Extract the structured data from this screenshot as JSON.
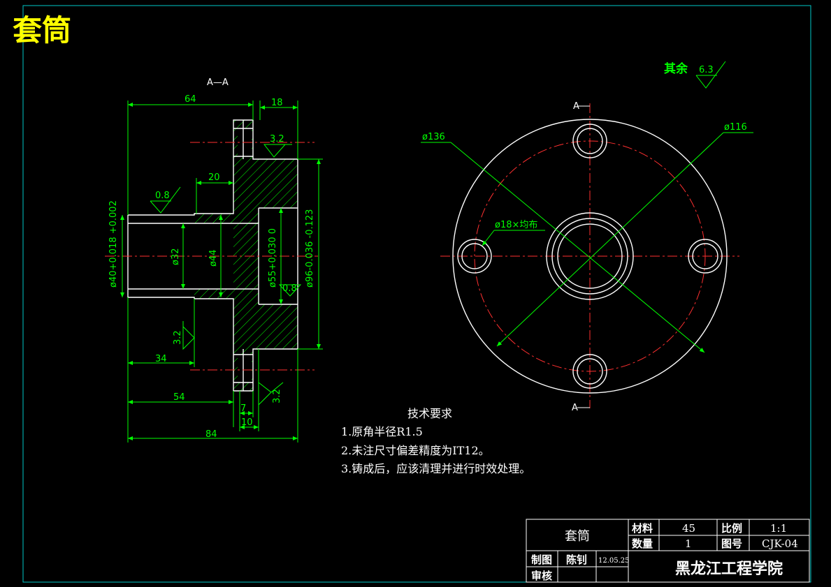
{
  "drawing": {
    "title": "套筒",
    "section_label": "A—A",
    "section_marker": "A",
    "remaining_roughness": {
      "label": "其余",
      "value": "6.3"
    },
    "colors": {
      "background": "#000000",
      "frame": "#00c8c8",
      "outline": "#ffffff",
      "dimension": "#00ff00",
      "center_line": "#ff3030",
      "title": "#ffff00"
    }
  },
  "section_view": {
    "dimensions": {
      "d64": "64",
      "d18": "18",
      "d20": "20",
      "d34": "34",
      "d54": "54",
      "d7": "7",
      "d10": "10",
      "d84": "84",
      "dia40": "ø40+0.018 +0.002",
      "dia32": "ø32",
      "dia44": "ø44",
      "dia55": "ø55+0.030 0",
      "dia96": "ø96-0.036 -0.123"
    },
    "roughness": [
      "0.8",
      "3.2",
      "3.2",
      "3.2",
      "0.8"
    ]
  },
  "top_view": {
    "dimensions": {
      "dia136": "ø136",
      "dia116": "ø116",
      "holes": "ø18×均布"
    }
  },
  "technical_requirements": {
    "heading": "技术要求",
    "items": [
      "1.原角半径R1.5",
      "2.未注尺寸偏差精度为IT12。",
      "3.铸成后，应该清理并进行时效处理。"
    ]
  },
  "title_block": {
    "part_name": "套筒",
    "material_label": "材料",
    "material_value": "45",
    "scale_label": "比例",
    "scale_value": "1:1",
    "quantity_label": "数量",
    "quantity_value": "1",
    "drawing_no_label": "图号",
    "drawing_no_value": "CJK-04",
    "drawn_by_label": "制图",
    "drawn_by_name": "陈钊",
    "date": "12.05.25",
    "checked_by_label": "审核",
    "institution": "黑龙江工程学院"
  }
}
